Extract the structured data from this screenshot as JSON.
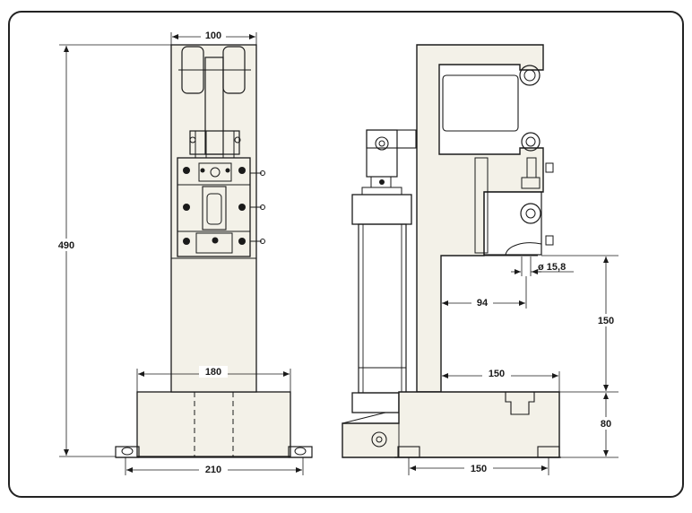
{
  "colors": {
    "line": "#1a1a1a",
    "paper": "#ffffff",
    "part_fill": "#f3f1e8",
    "frame": "#222222"
  },
  "dimensions": {
    "front_top_width": "100",
    "front_height": "490",
    "front_middle_width": "180",
    "front_base_width": "210",
    "side_hole_diameter": "ø 15,8",
    "side_throat_depth": "94",
    "side_stroke_height": "150",
    "side_table_depth": "150",
    "side_base_height": "80",
    "side_base_width": "150"
  }
}
